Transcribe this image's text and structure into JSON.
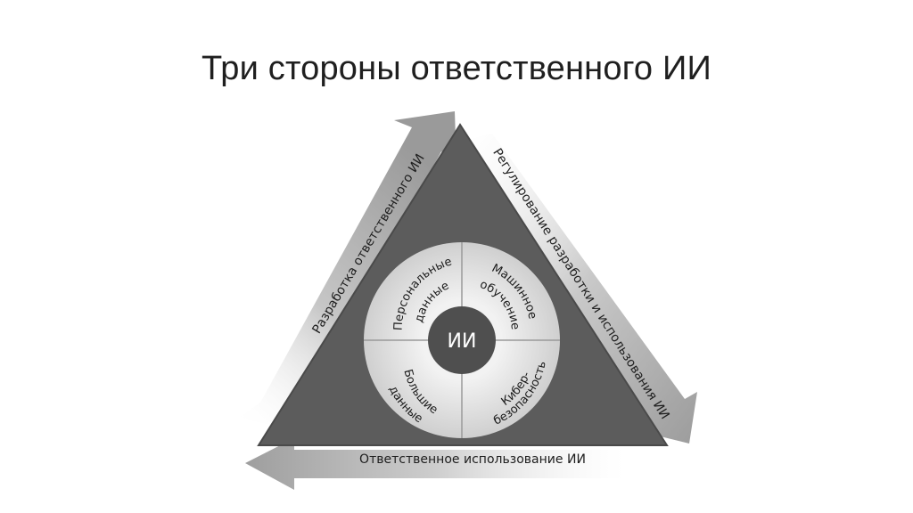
{
  "slide": {
    "title": "Три стороны ответственного ИИ"
  },
  "diagram": {
    "arrows": {
      "left": "Разработка ответственного ИИ",
      "right": "Регулирование разработки и использования ИИ",
      "bottom": "Ответственное использование ИИ"
    },
    "center": "ИИ",
    "quadrants": {
      "top_left": [
        "Персональные",
        "данные"
      ],
      "top_right": [
        "Машинное",
        "обучение"
      ],
      "bottom_left": [
        "Большие",
        "данные"
      ],
      "bottom_right": [
        "Кибер-",
        "безопасность"
      ]
    }
  }
}
